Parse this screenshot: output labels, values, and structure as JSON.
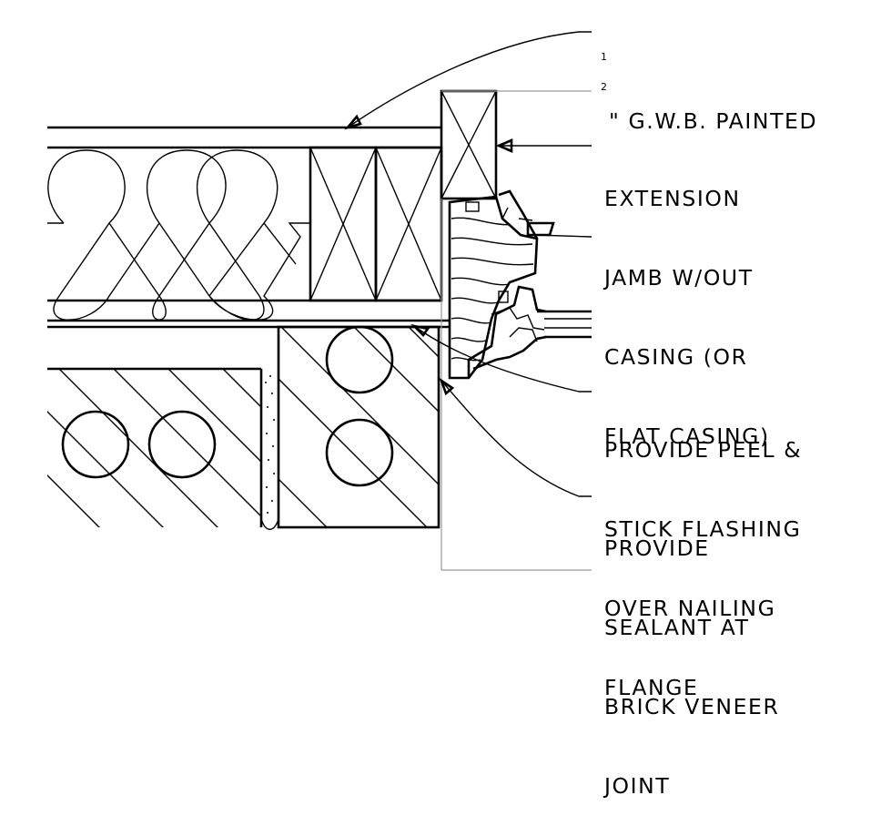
{
  "notes": {
    "gwb": {
      "fraction_num": "1",
      "fraction_den": "2",
      "text": "\" G.W.B. PAINTED"
    },
    "extension_jamb": [
      "EXTENSION",
      "JAMB W/OUT",
      "CASING (OR",
      "FLAT CASING)"
    ],
    "flashing": [
      "PROVIDE PEEL &",
      "STICK FLASHING",
      "OVER NAILING",
      "FLANGE"
    ],
    "sealant": [
      "PROVIDE",
      "SEALANT AT",
      "BRICK VENEER",
      "JOINT"
    ]
  },
  "colors": {
    "line": "#000000",
    "light_line": "#9a9a9a",
    "background": "#ffffff"
  }
}
